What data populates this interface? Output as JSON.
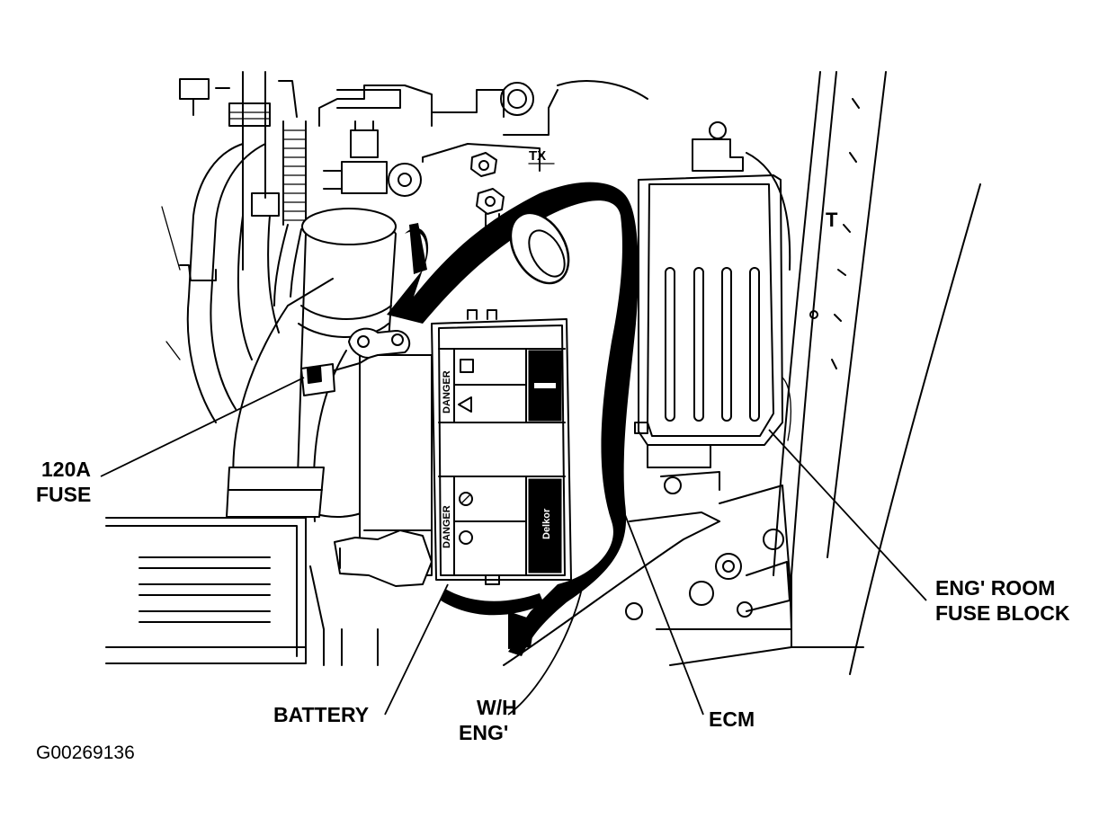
{
  "labels": {
    "fuse_120a_line1": "120A",
    "fuse_120a_line2": "FUSE",
    "battery": "BATTERY",
    "wh_eng_line1": "W/H",
    "wh_eng_line2": "ENG'",
    "ecm": "ECM",
    "fuse_block_line1": "ENG' ROOM",
    "fuse_block_line2": "FUSE BLOCK"
  },
  "figure_code": "G00269136",
  "component_text": {
    "tx_mark": "TX",
    "t_mark": "T",
    "danger_upper": "DANGER",
    "danger_lower": "DANGER",
    "battery_brand": "Delkor"
  }
}
